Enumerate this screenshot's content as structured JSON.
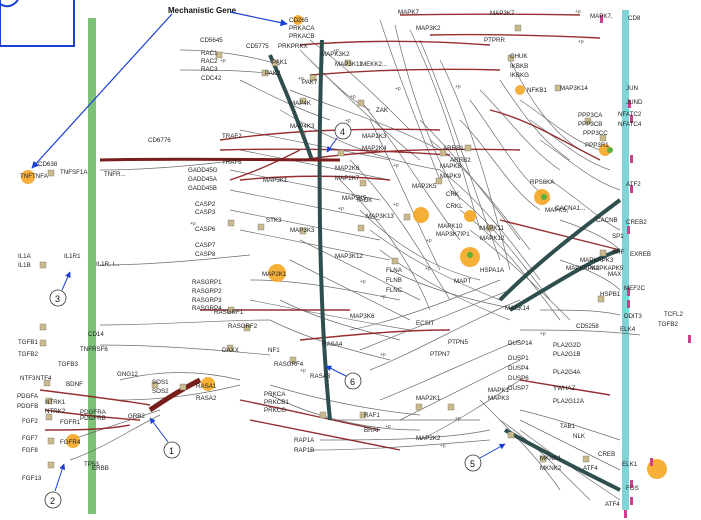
{
  "callout": {
    "text": "Mechanistic Gene"
  },
  "markers": [
    {
      "n": "1"
    },
    {
      "n": "2"
    },
    {
      "n": "3"
    },
    {
      "n": "4"
    },
    {
      "n": "5"
    },
    {
      "n": "6"
    }
  ],
  "colors": {
    "membrane_left": "#7ec27a",
    "membrane_right": "#7fd4d8",
    "thick_edge": "#2f4f4f",
    "red_edge": "#8b1a1a",
    "highlight": "#f5a623",
    "arrow_blue": "#1a3fd6"
  },
  "labels": [
    {
      "t": "CD265"
    },
    {
      "t": "PRKACA"
    },
    {
      "t": "PRKACB"
    },
    {
      "t": "PRKPRKX"
    },
    {
      "t": "MAPK3K2"
    },
    {
      "t": "CD5645"
    },
    {
      "t": "CD5775"
    },
    {
      "t": "RAC1"
    },
    {
      "t": "RAC2"
    },
    {
      "t": "RAC3"
    },
    {
      "t": "CDC42"
    },
    {
      "t": "PAK1"
    },
    {
      "t": "PAK2"
    },
    {
      "t": "MAP3K11"
    },
    {
      "t": "MEKK2..."
    },
    {
      "t": "MAP4K"
    },
    {
      "t": "MAP4K3"
    },
    {
      "t": "CD6776"
    },
    {
      "t": "TNFSF1A"
    },
    {
      "t": "TNFR..."
    },
    {
      "t": "CD638"
    },
    {
      "t": "TNFTNFA"
    },
    {
      "t": "GADD45G"
    },
    {
      "t": "GADD45A"
    },
    {
      "t": "GADD45B"
    },
    {
      "t": "CASP2"
    },
    {
      "t": "CASP3"
    },
    {
      "t": "CASP6"
    },
    {
      "t": "CASP7"
    },
    {
      "t": "CASP8"
    },
    {
      "t": "STK3"
    },
    {
      "t": "MAP3K1"
    },
    {
      "t": "MAP3K3"
    },
    {
      "t": "IL1A"
    },
    {
      "t": "IL1B"
    },
    {
      "t": "IL1R1"
    },
    {
      "t": "IL1R, I..."
    },
    {
      "t": "RASGRP1"
    },
    {
      "t": "RASGRP2"
    },
    {
      "t": "RASGRP3"
    },
    {
      "t": "RASGRP4"
    },
    {
      "t": "RASGRF1"
    },
    {
      "t": "RASGRF2"
    },
    {
      "t": "MAP2K1"
    },
    {
      "t": "CD14"
    },
    {
      "t": "TNFRSF6"
    },
    {
      "t": "TGFB1"
    },
    {
      "t": "TGFB2"
    },
    {
      "t": "TGFB3"
    },
    {
      "t": "NTF3"
    },
    {
      "t": "NTF4"
    },
    {
      "t": "BDNF"
    },
    {
      "t": "PDGFA"
    },
    {
      "t": "PDGFB"
    },
    {
      "t": "FGF2"
    },
    {
      "t": "FGF7"
    },
    {
      "t": "FGF8"
    },
    {
      "t": "FGF13"
    },
    {
      "t": "FGFR1"
    },
    {
      "t": "FGFR4"
    },
    {
      "t": "GNG12"
    },
    {
      "t": "SOS1"
    },
    {
      "t": "SOS2"
    },
    {
      "t": "GRB2"
    },
    {
      "t": "RASA1"
    },
    {
      "t": "RASA2"
    },
    {
      "t": "NF1"
    },
    {
      "t": "RASGRF4"
    },
    {
      "t": "PRKCA"
    },
    {
      "t": "PRKCB1"
    },
    {
      "t": "PRKCG"
    },
    {
      "t": "RAP1A"
    },
    {
      "t": "RAP1B"
    },
    {
      "t": "RAF1"
    },
    {
      "t": "BRAF"
    },
    {
      "t": "MAP2K1"
    },
    {
      "t": "MAP2K2"
    },
    {
      "t": "MAPK1"
    },
    {
      "t": "MAPK3"
    },
    {
      "t": "MKNK1"
    },
    {
      "t": "MKNK2"
    },
    {
      "t": "ATF4"
    },
    {
      "t": "CREB"
    },
    {
      "t": "ELK1"
    },
    {
      "t": "DUSP1"
    },
    {
      "t": "DUSP4"
    },
    {
      "t": "DUSP6"
    },
    {
      "t": "DUSP7"
    },
    {
      "t": "DUSP14"
    },
    {
      "t": "PLA2G2D"
    },
    {
      "t": "PLA2G1B"
    },
    {
      "t": "PLA2G4A"
    },
    {
      "t": "YWHAZ"
    },
    {
      "t": "PLA2G12A"
    },
    {
      "t": "MAP3K7"
    },
    {
      "t": "TAB1"
    },
    {
      "t": "NLK"
    },
    {
      "t": "CHUK"
    },
    {
      "t": "IKBKB"
    },
    {
      "t": "IKBKG"
    },
    {
      "t": "NFKB1"
    },
    {
      "t": "MAP3K14"
    },
    {
      "t": "PPP3CA"
    },
    {
      "t": "PPP3CB"
    },
    {
      "t": "PPP3CC"
    },
    {
      "t": "PPP3R1"
    },
    {
      "t": "NFATC2"
    },
    {
      "t": "NFATC4"
    },
    {
      "t": "JUN"
    },
    {
      "t": "JUND"
    },
    {
      "t": "ATF2"
    },
    {
      "t": "CREB2"
    },
    {
      "t": "EXREB"
    },
    {
      "t": "ELK4"
    },
    {
      "t": "MAX"
    },
    {
      "t": "HSPB1"
    },
    {
      "t": "MAPKAPK2"
    },
    {
      "t": "MEF2C"
    },
    {
      "t": "DDIT3"
    },
    {
      "t": "TGFB2"
    },
    {
      "t": "TCFL2"
    },
    {
      "t": "CD5258"
    },
    {
      "t": "PTPN5"
    },
    {
      "t": "PTPN7"
    },
    {
      "t": "PTPRR"
    },
    {
      "t": "CRK"
    },
    {
      "t": "CRKL"
    },
    {
      "t": "MAPK8"
    },
    {
      "t": "MAPK9"
    },
    {
      "t": "MAPK10"
    },
    {
      "t": "MAPK11"
    },
    {
      "t": "MAPK12"
    },
    {
      "t": "MAPK14"
    },
    {
      "t": "MAP2K3"
    },
    {
      "t": "MAP2K4"
    },
    {
      "t": "MAP2K6"
    },
    {
      "t": "MAP2K7"
    },
    {
      "t": "MAP3K5"
    },
    {
      "t": "MAP3K12"
    },
    {
      "t": "MAP3K13"
    },
    {
      "t": "ECSIT"
    },
    {
      "t": "FLNA"
    },
    {
      "t": "FLNB"
    },
    {
      "t": "FLNC"
    },
    {
      "t": "ARRB1"
    },
    {
      "t": "ARRB2"
    },
    {
      "t": "MAPKS,"
    },
    {
      "t": "RPS6KA"
    },
    {
      "t": "CACNA1..."
    },
    {
      "t": "CACNB"
    },
    {
      "t": "HSPA1A"
    },
    {
      "t": "MAPT"
    },
    {
      "t": "NTRK1"
    },
    {
      "t": "NTRK2"
    },
    {
      "t": "PDGFRA"
    },
    {
      "t": "PDGFRB"
    },
    {
      "t": "ERBB"
    },
    {
      "t": "TP53"
    },
    {
      "t": "ZAK"
    },
    {
      "t": "MAPK7"
    },
    {
      "t": "MAP2K5"
    },
    {
      "t": "MAP3K2"
    },
    {
      "t": "MAP3K7IP1"
    },
    {
      "t": "TAOK"
    },
    {
      "t": "MAPKAPK3"
    },
    {
      "t": "MAPKAPK5"
    },
    {
      "t": "RASA3"
    },
    {
      "t": "RASA4"
    },
    {
      "t": "SRF"
    },
    {
      "t": "SP1"
    },
    {
      "t": "TRAF2"
    },
    {
      "t": "TRAF6"
    },
    {
      "t": "DAXX"
    },
    {
      "t": "MAP3K6"
    },
    {
      "t": "PAK7"
    },
    {
      "t": "CD8"
    },
    {
      "t": "FOS"
    },
    {
      "t": "ATF4"
    },
    {
      "t": "MAPK7,"
    }
  ]
}
